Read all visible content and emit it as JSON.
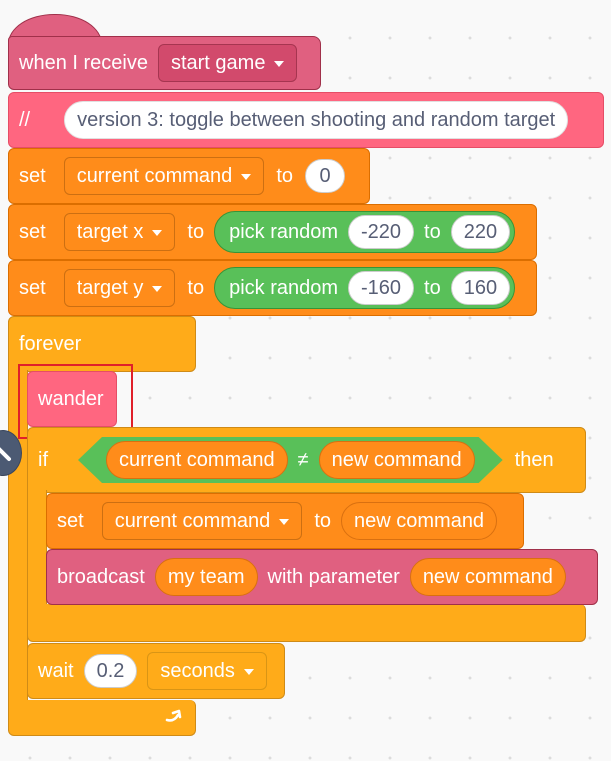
{
  "hat": {
    "label": "when I receive",
    "message": "start game"
  },
  "comment": {
    "symbol": "//",
    "text": "version 3: toggle between shooting and random target"
  },
  "set1": {
    "label": "set",
    "variable": "current command",
    "to": "to",
    "value": "0"
  },
  "set2": {
    "label": "set",
    "variable": "target x",
    "to": "to",
    "reporter": "pick random",
    "from": "-220",
    "mid": "to",
    "upto": "220"
  },
  "set3": {
    "label": "set",
    "variable": "target y",
    "to": "to",
    "reporter": "pick random",
    "from": "-160",
    "mid": "to",
    "upto": "160"
  },
  "forever": {
    "label": "forever"
  },
  "wander": {
    "label": "wander"
  },
  "if_block": {
    "label": "if",
    "left": "current command",
    "operator": "≠",
    "right": "new command",
    "then": "then"
  },
  "set4": {
    "label": "set",
    "variable": "current command",
    "to": "to",
    "value": "new command"
  },
  "broadcast": {
    "label": "broadcast",
    "target": "my team",
    "with": "with parameter",
    "param": "new command"
  },
  "wait": {
    "label": "wait",
    "value": "0.2",
    "unit": "seconds"
  },
  "colors": {
    "events_pink": "#e06080",
    "comment_pink": "#ff6680",
    "variables_orange": "#ff8c1a",
    "control_yellow": "#ffab19",
    "operators_green": "#59c059",
    "highlight_red": "#e0202a"
  },
  "icons": {
    "caret": "chevron-down-icon",
    "loop": "loop-arrow-icon",
    "collapse": "collapse-handle-icon"
  }
}
